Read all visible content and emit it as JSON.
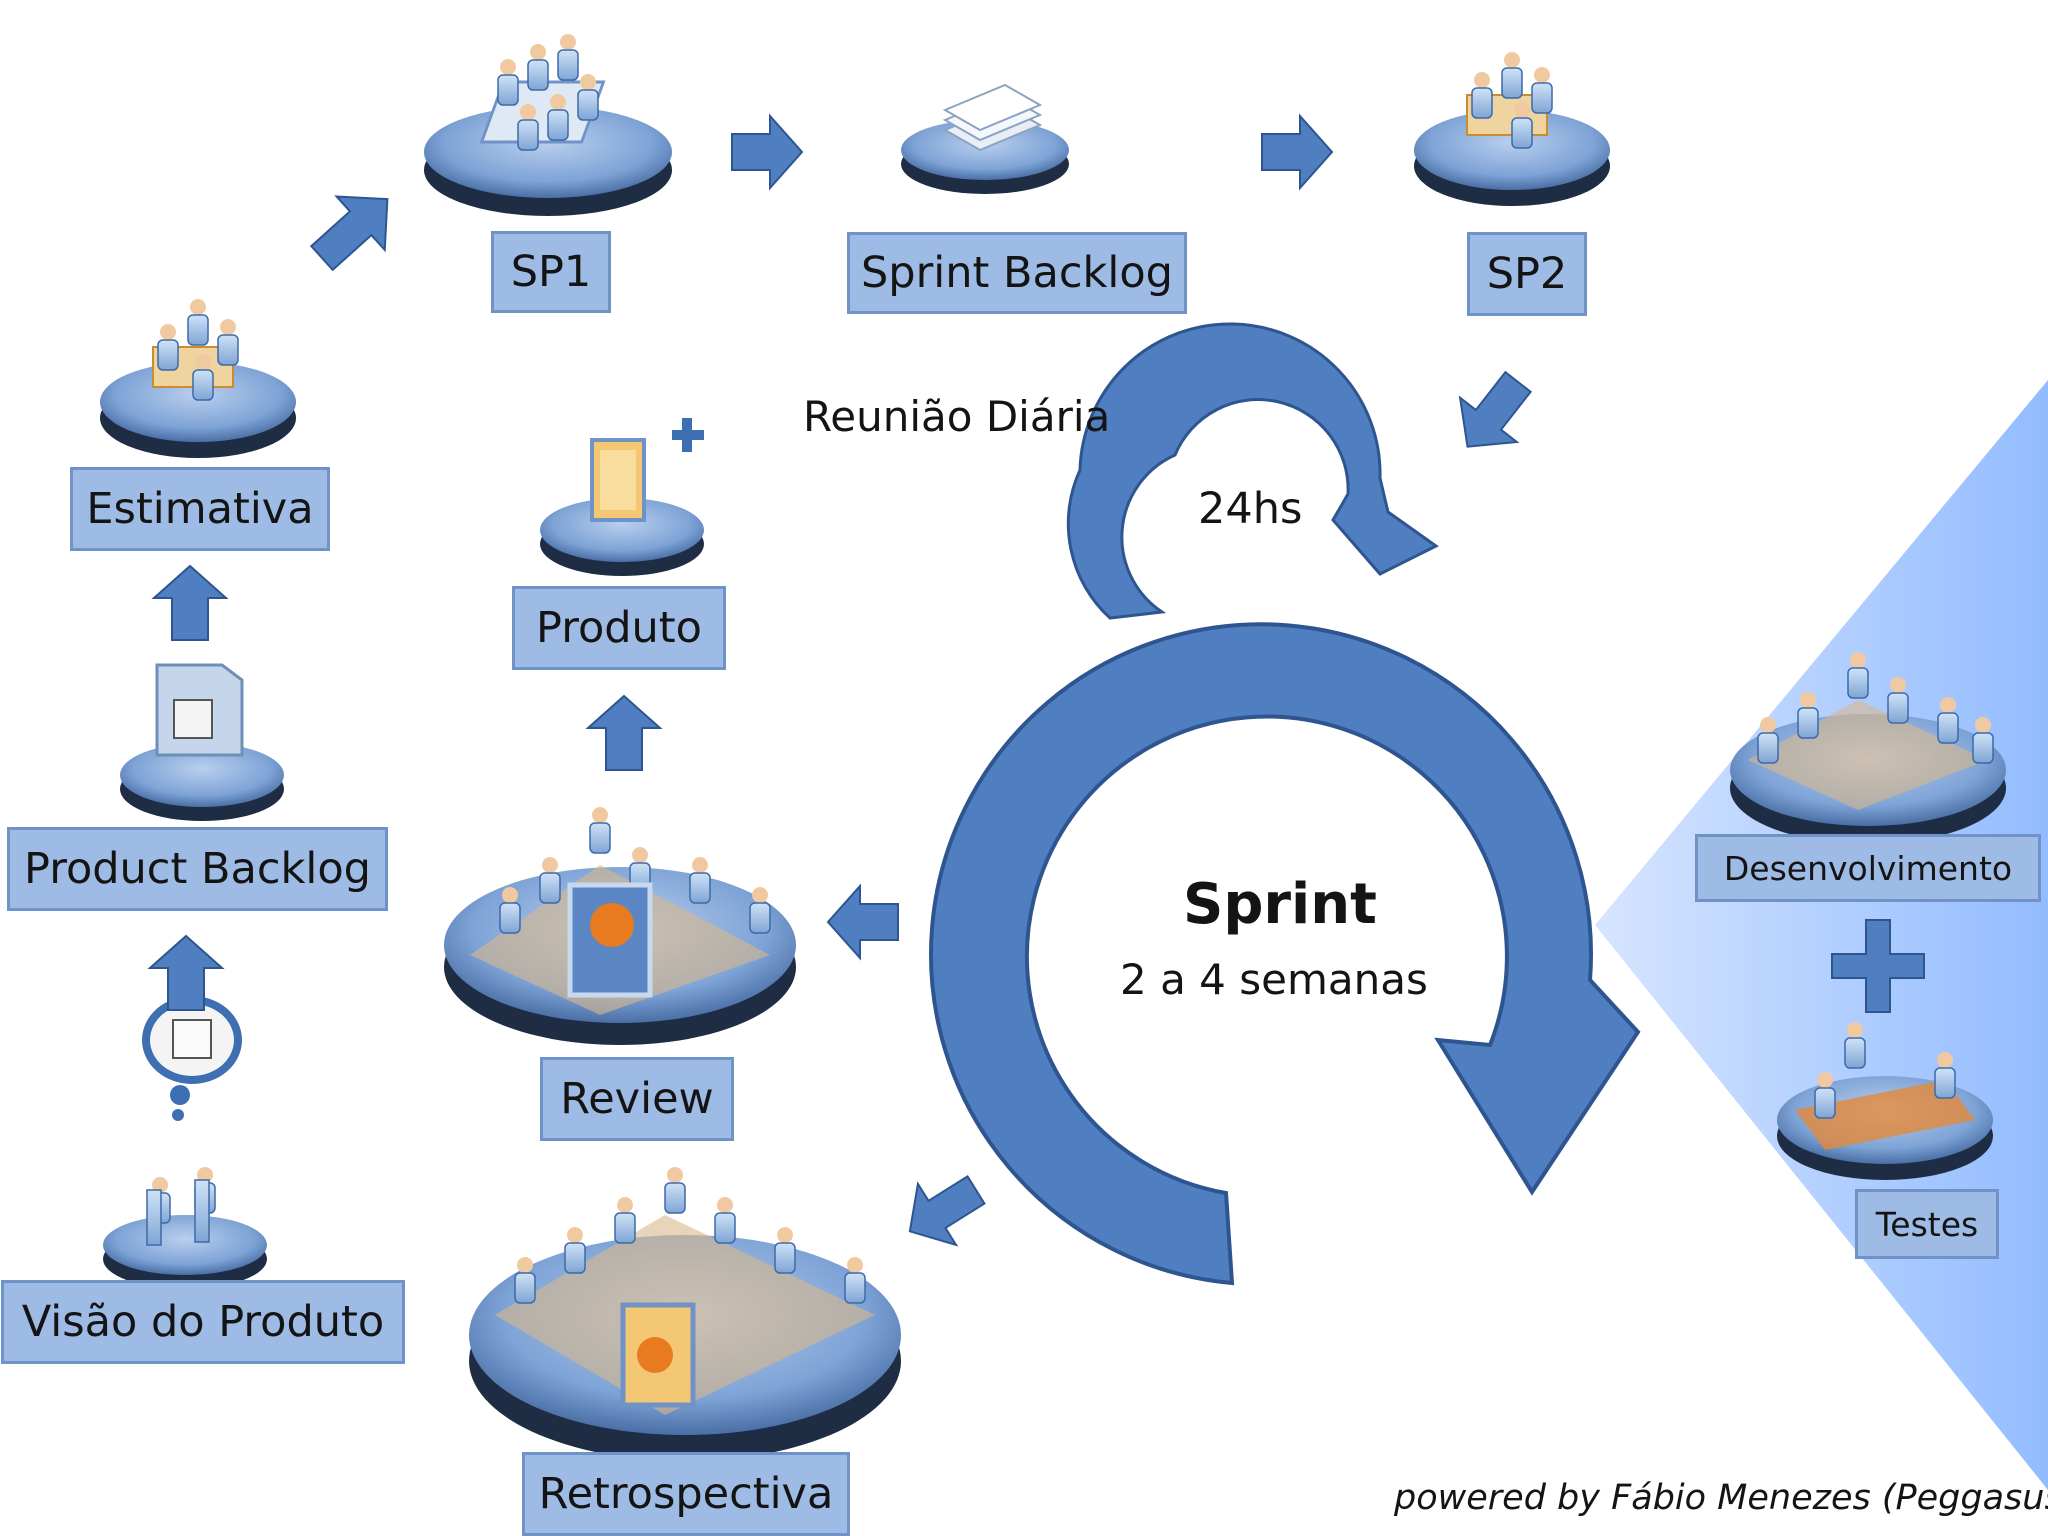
{
  "nodes": {
    "sp1": "SP1",
    "sprint_backlog": "Sprint Backlog",
    "sp2": "SP2",
    "estimativa": "Estimativa",
    "produto": "Produto",
    "product_backlog": "Product Backlog",
    "review": "Review",
    "visao_do_produto": "Visão do Produto",
    "retrospectiva": "Retrospectiva",
    "desenvolvimento": "Desenvolvimento",
    "testes": "Testes"
  },
  "daily": {
    "label": "Reunião Diária",
    "duration": "24hs"
  },
  "sprint": {
    "title": "Sprint",
    "duration": "2 a 4 semanas"
  },
  "credit": "powered by  Fábio Menezes (Peggasus)",
  "colors": {
    "arrow_blue": "#4f7fc0",
    "label_fill": "#9dbbe4",
    "label_border": "#6f93c6",
    "platform": "#7ea3d6"
  }
}
